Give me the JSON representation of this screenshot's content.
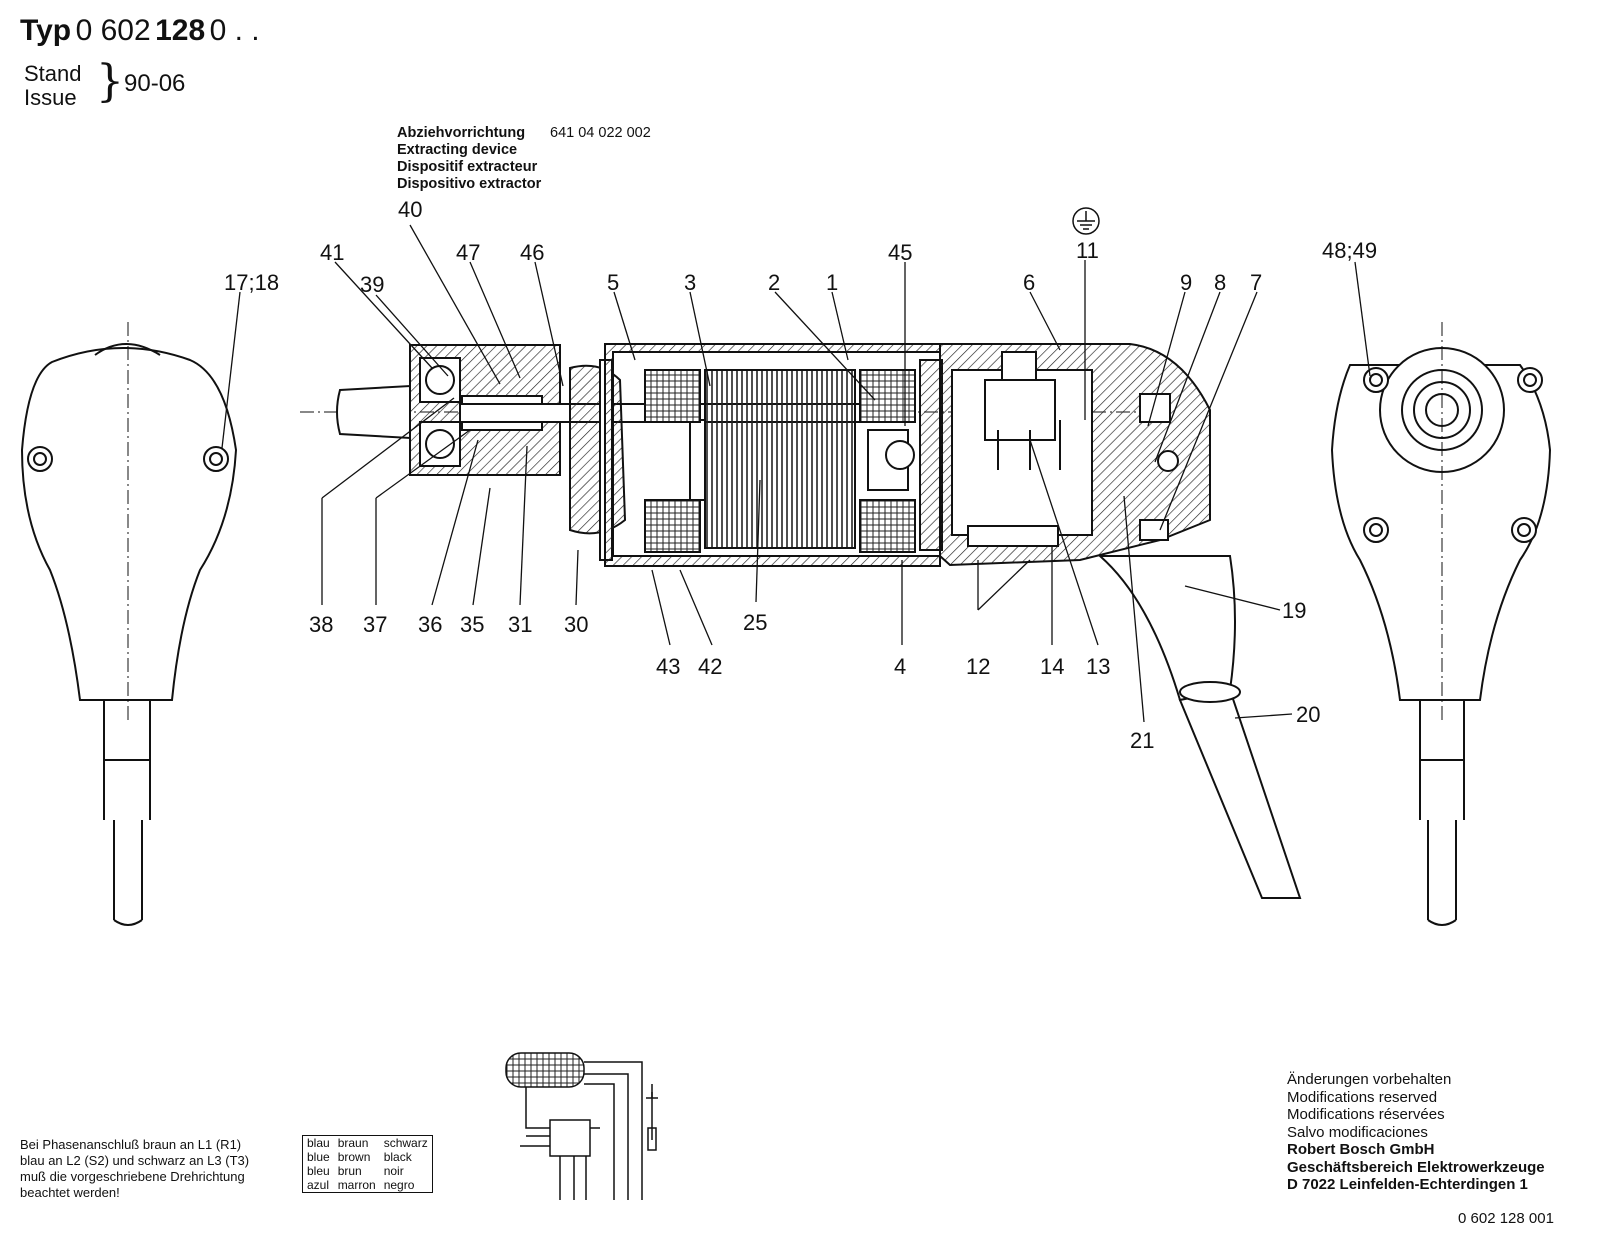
{
  "header": {
    "typ_label": "Typ",
    "type_number_prefix": "0 602",
    "type_number_bold": "128",
    "type_number_suffix": "0 . .",
    "stand_label": "Stand",
    "issue_label": "Issue",
    "issue_date": "90-06"
  },
  "tool_note": {
    "lines": [
      "Abziehvorrichtung",
      "Extracting device",
      "Dispositif extracteur",
      "Dispositivo extractor"
    ],
    "part_number": "641 04 022 002"
  },
  "callouts": {
    "c40": "40",
    "c41": "41",
    "c39": "39",
    "c47": "47",
    "c46": "46",
    "c5": "5",
    "c3": "3",
    "c2": "2",
    "c1": "1",
    "c45": "45",
    "c6": "6",
    "c11": "11",
    "c9": "9",
    "c8": "8",
    "c7": "7",
    "c17_18": "17;18",
    "c48_49": "48;49",
    "c38": "38",
    "c37": "37",
    "c36": "36",
    "c35": "35",
    "c31": "31",
    "c30": "30",
    "c25": "25",
    "c43": "43",
    "c42": "42",
    "c4": "4",
    "c12": "12",
    "c14": "14",
    "c13": "13",
    "c19": "19",
    "c20": "20",
    "c21": "21"
  },
  "phase_note": {
    "lines": [
      "Bei Phasenanschluß braun an L1 (R1)",
      "blau an L2 (S2) und schwarz an L3 (T3)",
      "muß die vorgeschriebene Drehrichtung",
      "beachtet werden!"
    ]
  },
  "color_table": {
    "rows": [
      [
        "blau",
        "braun",
        "schwarz"
      ],
      [
        "blue",
        "brown",
        "black"
      ],
      [
        "bleu",
        "brun",
        "noir"
      ],
      [
        "azul",
        "marron",
        "negro"
      ]
    ]
  },
  "rights": {
    "lines": [
      "Änderungen vorbehalten",
      "Modifications reserved",
      "Modifications réservées",
      "Salvo modificaciones"
    ],
    "company_lines": [
      "Robert Bosch GmbH",
      "Geschäftsbereich Elektrowerkzeuge",
      "D 7022 Leinfelden-Echterdingen 1"
    ]
  },
  "footer": {
    "document_number": "0  602  128  001"
  },
  "icons": {
    "ground": "ground-icon"
  }
}
